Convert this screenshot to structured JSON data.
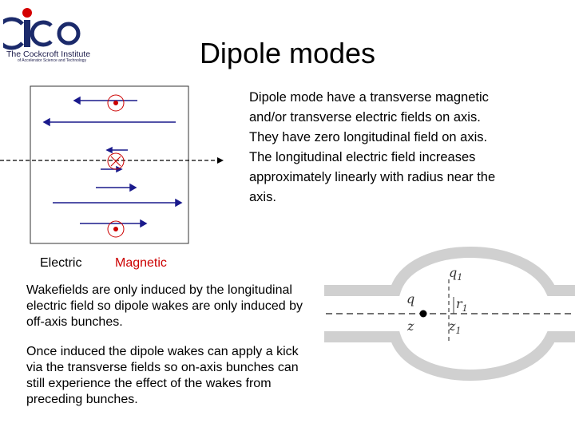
{
  "logo": {
    "line1": "The Cockcroft Institute",
    "line2": "of Accelerator Science and Technology",
    "colors": {
      "navy": "#1b2a6b",
      "red": "#d40000"
    }
  },
  "slide": {
    "title": "Dipole modes",
    "description": "Dipole mode have a transverse magnetic and/or transverse electric fields on axis. They have zero longitudinal field on axis. The longitudinal electric field increases approximately linearly with radius near the axis.",
    "paragraphs": [
      "Wakefields are only induced by the longitudinal electric field so dipole wakes are only induced by off-axis bunches.",
      "Once induced the dipole wakes can apply a kick via the transverse fields so on-axis bunches can still experience the effect of the wakes from preceding bunches."
    ]
  },
  "diagram": {
    "legend": {
      "electric": "Electric",
      "magnetic": "Magnetic"
    },
    "colors": {
      "electric_arrow": "#1a1a8c",
      "magnetic_marker": "#cc0000"
    }
  },
  "cavity": {
    "labels": {
      "q1": "q",
      "q1_sub": "1",
      "q": "q",
      "r1": "r",
      "r1_sub": "1",
      "z": "z",
      "z1": "z",
      "z1_sub": "1"
    },
    "colors": {
      "wall": "#d0d0d0"
    }
  }
}
